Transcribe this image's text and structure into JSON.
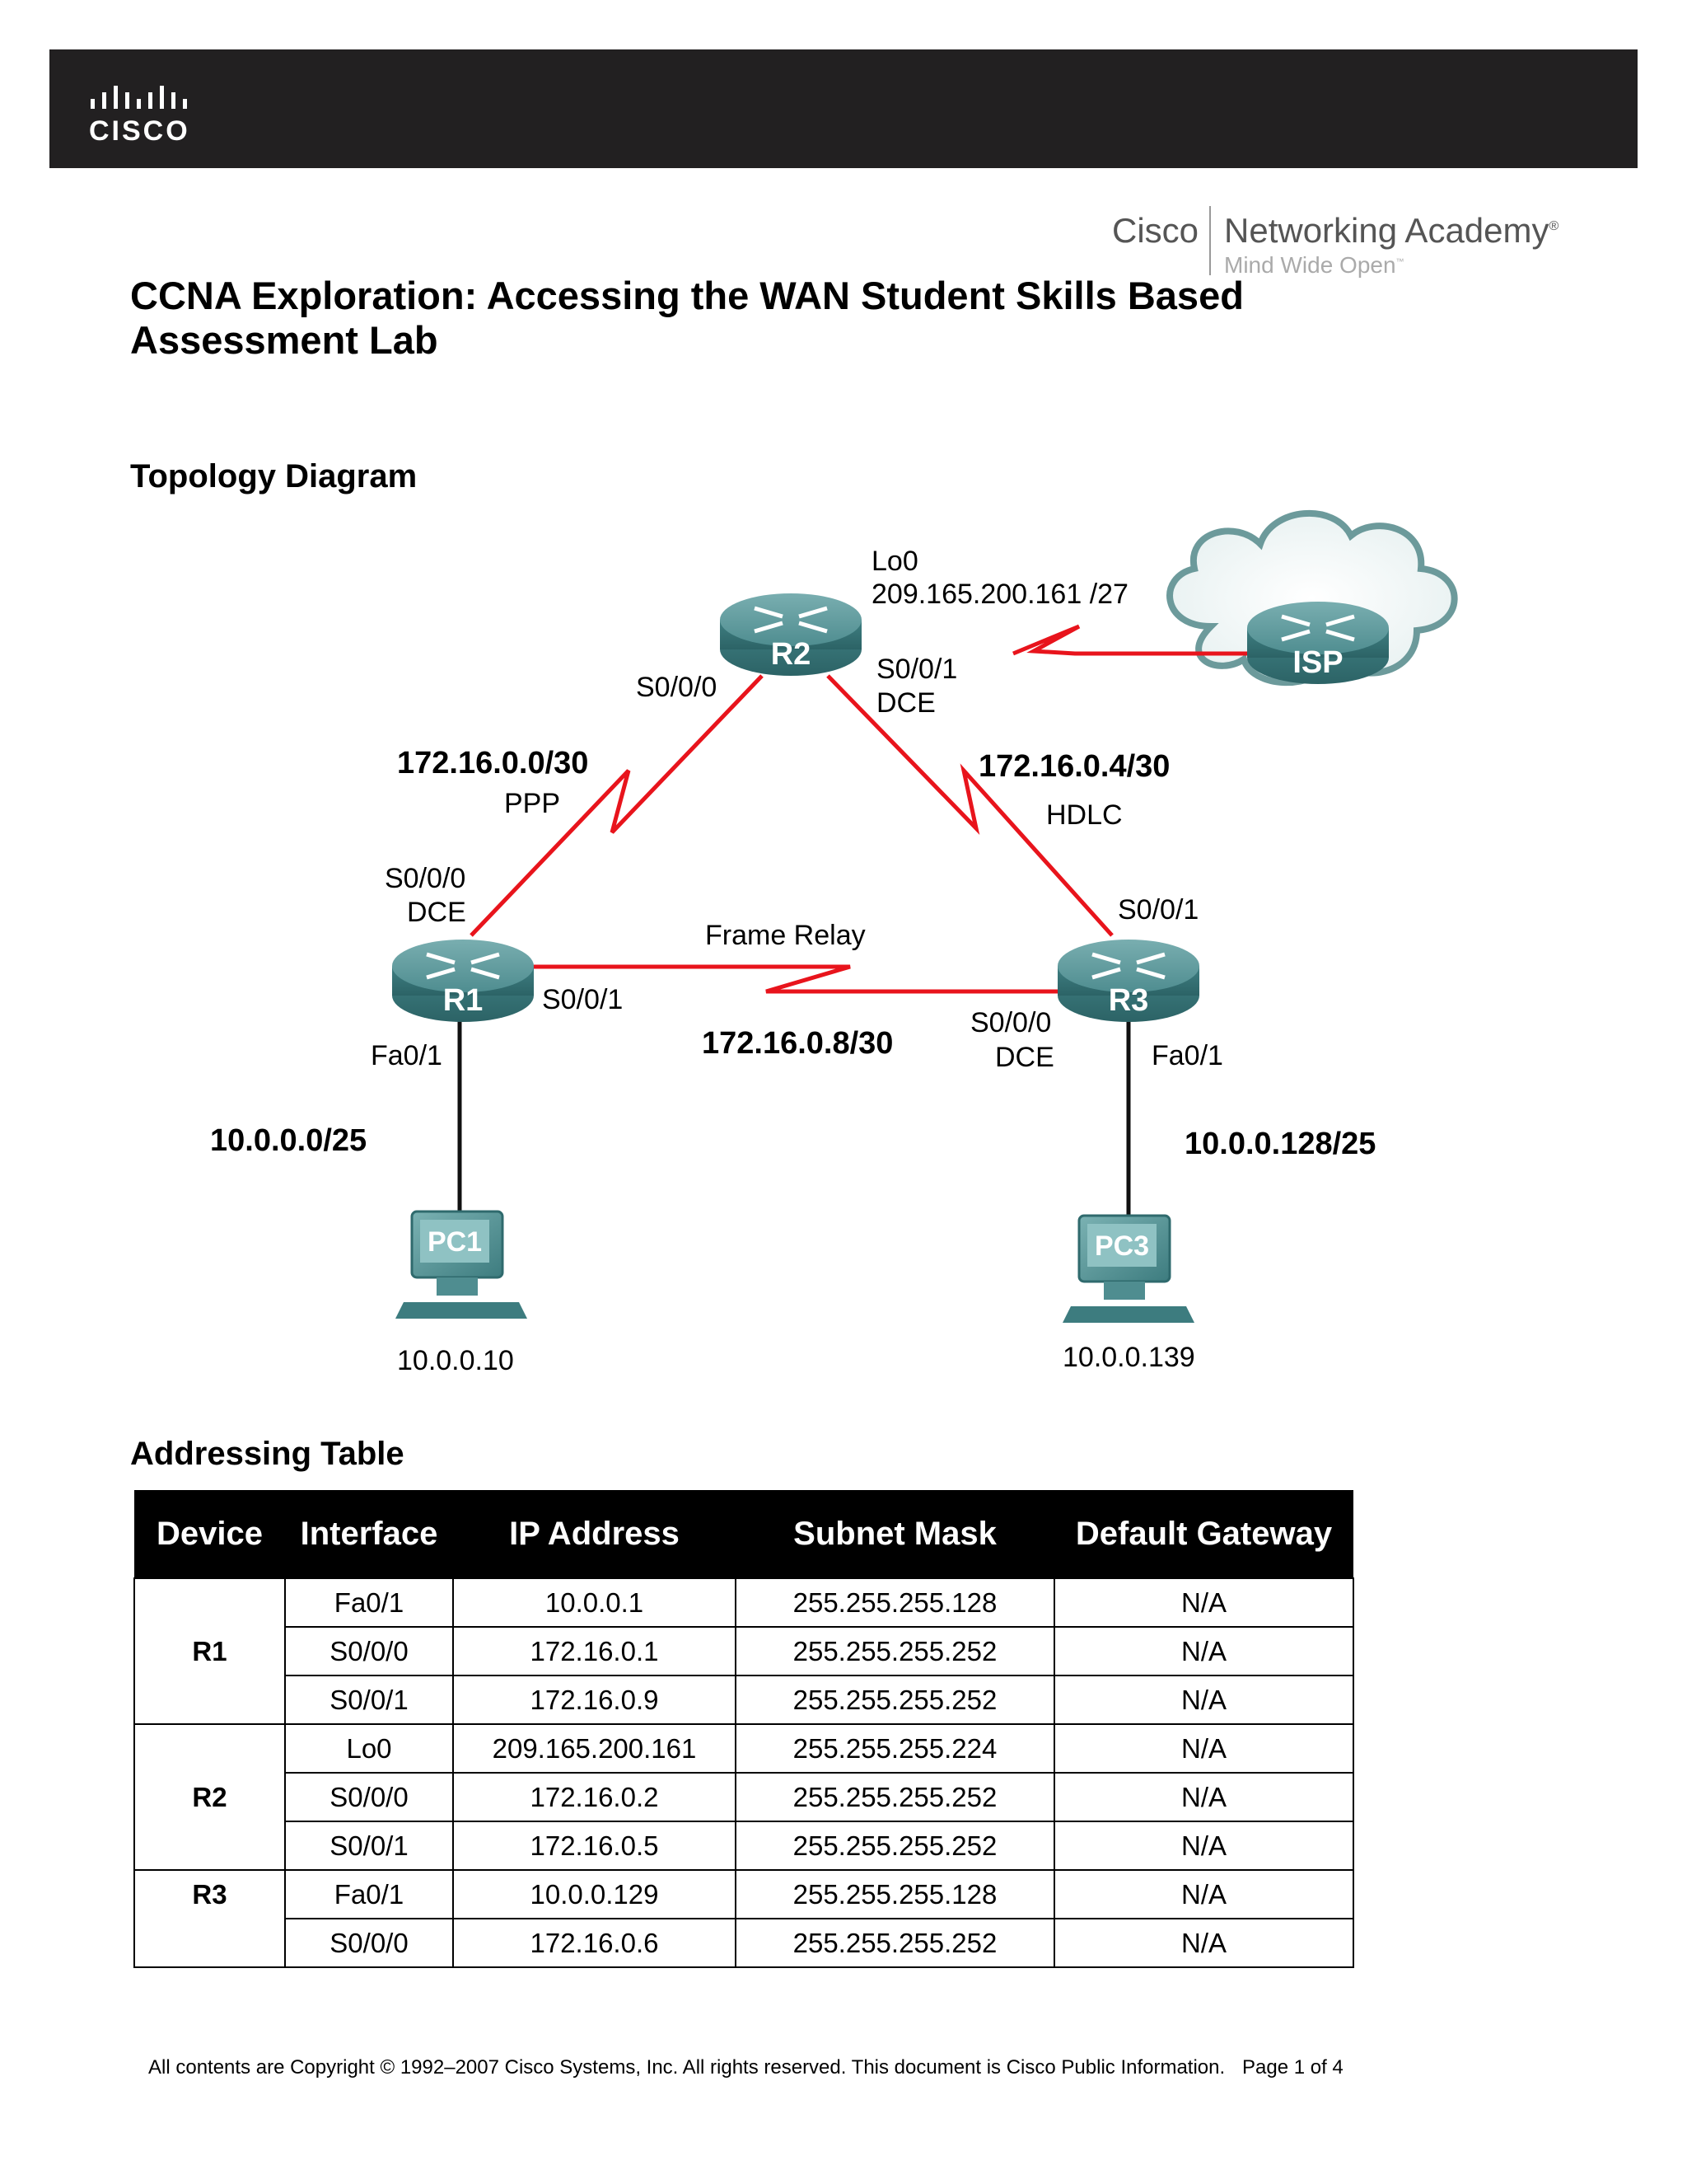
{
  "header": {
    "brand_word": "CISCO",
    "academy_cisco": "Cisco",
    "academy_name": "Networking Academy",
    "academy_tagline": "Mind Wide Open"
  },
  "title": "CCNA Exploration: Accessing the WAN Student Skills Based Assessment Lab",
  "sections": {
    "topology": "Topology Diagram",
    "addressing": "Addressing Table"
  },
  "topology": {
    "devices": {
      "r1": "R1",
      "r2": "R2",
      "r3": "R3",
      "isp": "ISP",
      "pc1": "PC1",
      "pc3": "PC3"
    },
    "labels": {
      "lo0": "Lo0",
      "lo0_ip": "209.165.200.161 /27",
      "r2_s000": "S0/0/0",
      "r2_s001": "S0/0/1",
      "r2_dce": "DCE",
      "net_r1r2": "172.16.0.0/30",
      "ppp": "PPP",
      "net_r2r3": "172.16.0.4/30",
      "hdlc": "HDLC",
      "r1_s000": "S0/0/0",
      "r1_dce": "DCE",
      "r3_s001": "S0/0/1",
      "frame_relay": "Frame Relay",
      "r1_s001": "S0/0/1",
      "net_r1r3": "172.16.0.8/30",
      "r3_s000": "S0/0/0",
      "r3_dce": "DCE",
      "r1_fa": "Fa0/1",
      "r3_fa": "Fa0/1",
      "lan1": "10.0.0.0/25",
      "lan3": "10.0.0.128/25",
      "pc1_ip": "10.0.0.10",
      "pc3_ip": "10.0.0.139"
    }
  },
  "table": {
    "headers": [
      "Device",
      "Interface",
      "IP Address",
      "Subnet Mask",
      "Default Gateway"
    ],
    "devices": [
      "R1",
      "R2",
      "R3"
    ],
    "rows": [
      [
        "Fa0/1",
        "10.0.0.1",
        "255.255.255.128",
        "N/A"
      ],
      [
        "S0/0/0",
        "172.16.0.1",
        "255.255.255.252",
        "N/A"
      ],
      [
        "S0/0/1",
        "172.16.0.9",
        "255.255.255.252",
        "N/A"
      ],
      [
        "Lo0",
        "209.165.200.161",
        "255.255.255.224",
        "N/A"
      ],
      [
        "S0/0/0",
        "172.16.0.2",
        "255.255.255.252",
        "N/A"
      ],
      [
        "S0/0/1",
        "172.16.0.5",
        "255.255.255.252",
        "N/A"
      ],
      [
        "Fa0/1",
        "10.0.0.129",
        "255.255.255.128",
        "N/A"
      ],
      [
        "S0/0/0",
        "172.16.0.6",
        "255.255.255.252",
        "N/A"
      ]
    ]
  },
  "footer": {
    "copyright": "All contents are Copyright © 1992–2007 Cisco Systems, Inc. All rights reserved. This document is Cisco Public Information.",
    "page": "Page 1 of 4"
  },
  "colors": {
    "link_red": "#e8141c",
    "router_teal": "#3f7f82",
    "header_bg": "#222021"
  }
}
